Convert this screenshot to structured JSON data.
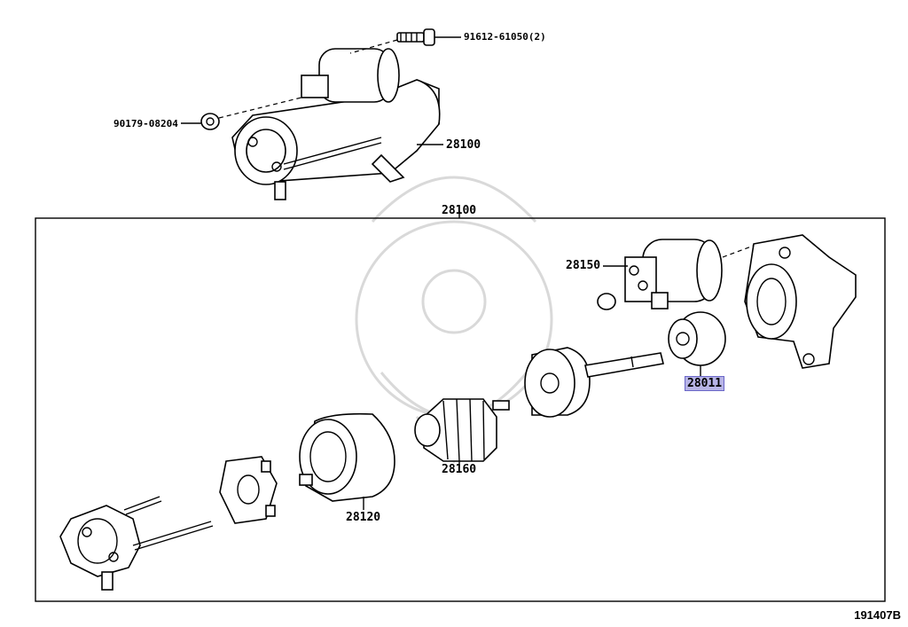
{
  "labels": {
    "bolt": "91612-61050(2)",
    "nut": "90179-08204",
    "starter_top": "28100",
    "group": "28100",
    "magnetic_switch": "28150",
    "clutch_sub_assy": "28011",
    "armature": "28160",
    "yoke": "28120"
  },
  "highlight": "28011",
  "footer": {
    "diagram_code": "191407B"
  }
}
